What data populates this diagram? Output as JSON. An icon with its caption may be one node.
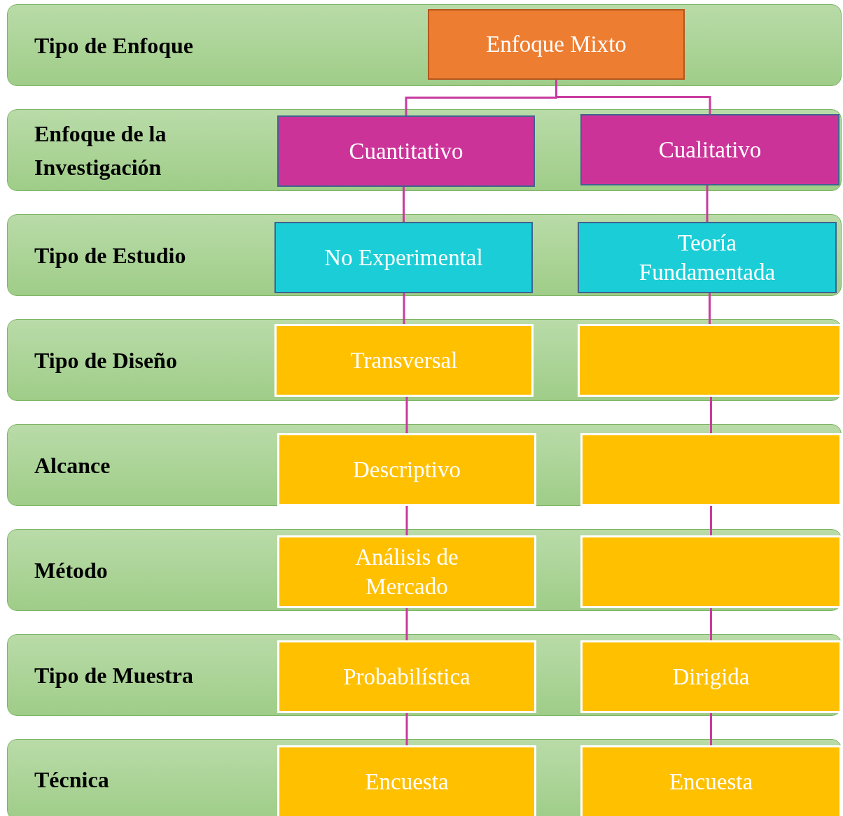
{
  "diagram": {
    "nodes": [
      {
        "text": [
          "Tipo de Enfoque"
        ]
      },
      {
        "text": [
          "Enfoque Mixto"
        ],
        "in": 0
      },
      {
        "text": [
          "Enfoque de la Investigación"
        ]
      },
      {
        "text": [
          "Cuantitativo"
        ],
        "in": 2
      },
      {
        "text": [
          "Cualitativo"
        ],
        "in": 2
      },
      {
        "text": [
          "Tipo de Estudio"
        ]
      },
      {
        "text": [
          "No Experimental"
        ],
        "in": 5
      },
      {
        "text": [
          "Teoría Fundamentada"
        ],
        "in": 5
      },
      {
        "text": [
          "Tipo de Diseño"
        ]
      },
      {
        "text": [
          "Transversal"
        ],
        "in": 8
      },
      {
        "text": [],
        "shape": "box",
        "in": 8
      },
      {
        "text": [
          "Alcance"
        ]
      },
      {
        "text": [
          "Descriptivo"
        ],
        "in": 11
      },
      {
        "text": [],
        "shape": "box",
        "in": 11
      },
      {
        "text": [
          "Método"
        ]
      },
      {
        "text": [
          "Análisis de Mercado"
        ],
        "in": 14
      },
      {
        "text": [],
        "shape": "box",
        "in": 14
      },
      {
        "text": [
          "Tipo de Muestra"
        ]
      },
      {
        "text": [
          "Probabilística"
        ],
        "in": 17
      },
      {
        "text": [
          "Dirigida"
        ],
        "in": 17
      },
      {
        "text": [
          "Técnica"
        ]
      },
      {
        "text": [
          "Encuesta"
        ],
        "in": 20
      },
      {
        "text": [
          "Encuesta"
        ],
        "in": 20
      }
    ],
    "edges": [
      {
        "from": 1,
        "to": 3,
        "arrow": "none"
      },
      {
        "from": 1,
        "to": 4,
        "arrow": "none"
      },
      {
        "from": 3,
        "to": 6,
        "arrow": "none"
      },
      {
        "from": 4,
        "to": 7,
        "arrow": "none"
      },
      {
        "from": 6,
        "to": 9,
        "arrow": "none"
      },
      {
        "from": 7,
        "to": 10,
        "arrow": "none"
      },
      {
        "from": 9,
        "to": 12,
        "arrow": "none"
      },
      {
        "from": 10,
        "to": 13,
        "arrow": "none"
      },
      {
        "from": 12,
        "to": 15,
        "arrow": "none"
      },
      {
        "from": 13,
        "to": 16,
        "arrow": "none"
      },
      {
        "from": 15,
        "to": 18,
        "arrow": "none"
      },
      {
        "from": 16,
        "to": 19,
        "arrow": "none"
      },
      {
        "from": 18,
        "to": 21,
        "arrow": "none"
      },
      {
        "from": 19,
        "to": 22,
        "arrow": "none"
      }
    ]
  }
}
